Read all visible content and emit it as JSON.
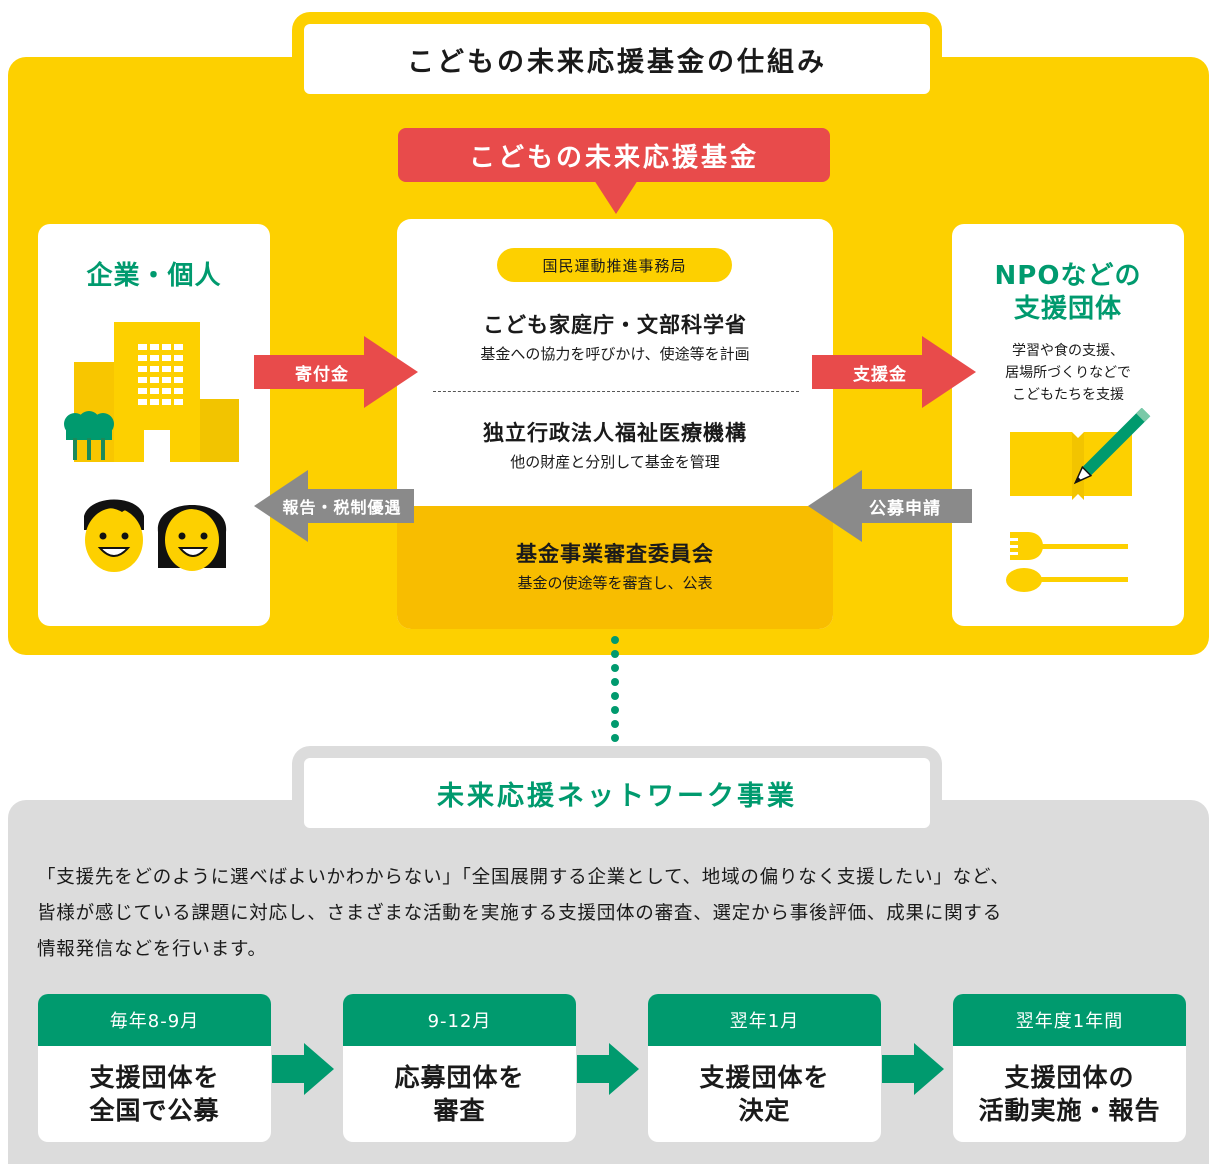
{
  "colors": {
    "yellow": "#FDD000",
    "red": "#E84B4B",
    "green": "#009A6E",
    "gray_panel": "#DCDCDC",
    "gray_arrow": "#8A8A8A",
    "committee_orange": "#F8BD00"
  },
  "mechanism": {
    "title": "こどもの未来応援基金の仕組み",
    "fund_banner": "こどもの未来応援基金",
    "donors": {
      "title": "企業・個人",
      "icons": [
        "office-buildings-icon",
        "tree-icon",
        "man-face-icon",
        "woman-face-icon"
      ]
    },
    "center": {
      "office_label": "国民運動推進事務局",
      "org1_name": "こども家庭庁・文部科学省",
      "org1_desc": "基金への協力を呼びかけ、使途等を計画",
      "org2_name": "独立行政法人福祉医療機構",
      "org2_desc": "他の財産と分別して基金を管理",
      "committee_name": "基金事業審査委員会",
      "committee_desc": "基金の使途等を審査し、公表"
    },
    "npo": {
      "title_line1": "NPOなどの",
      "title_line2": "支援団体",
      "desc_line1": "学習や食の支援、",
      "desc_line2": "居場所づくりなどで",
      "desc_line3": "こどもたちを支援",
      "icons": [
        "notebook-pencil-icon",
        "fork-spoon-icon"
      ]
    },
    "arrows": {
      "donation": "寄付金",
      "support": "支援金",
      "report": "報告・税制優遇",
      "apply": "公募申請"
    }
  },
  "network": {
    "title": "未来応援ネットワーク事業",
    "desc_line1": "「支援先をどのように選べばよいかわからない」「全国展開する企業として、地域の偏りなく支援したい」など、",
    "desc_line2": "皆様が感じている課題に対応し、さまざまな活動を実施する支援団体の審査、選定から事後評価、成果に関する",
    "desc_line3": "情報発信などを行います。",
    "steps": [
      {
        "period": "毎年8-9月",
        "label": "支援団体を\n全国で公募"
      },
      {
        "period": "9-12月",
        "label": "応募団体を\n審査"
      },
      {
        "period": "翌年1月",
        "label": "支援団体を\n決定"
      },
      {
        "period": "翌年度1年間",
        "label": "支援団体の\n活動実施・報告"
      }
    ]
  }
}
